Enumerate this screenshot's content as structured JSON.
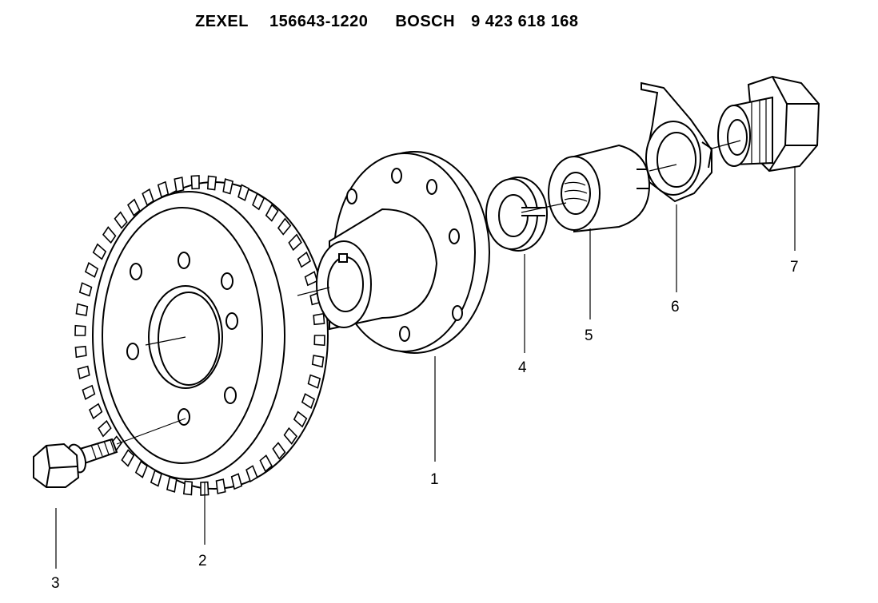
{
  "header": {
    "maker_1": "ZEXEL",
    "part_no_1": "156643-1220",
    "maker_2": "BOSCH",
    "part_no_2": "9 423 618 168"
  },
  "callouts": [
    {
      "id": "1",
      "label": "1"
    },
    {
      "id": "2",
      "label": "2"
    },
    {
      "id": "3",
      "label": "3"
    },
    {
      "id": "4",
      "label": "4"
    },
    {
      "id": "5",
      "label": "5"
    },
    {
      "id": "6",
      "label": "6"
    },
    {
      "id": "7",
      "label": "7"
    }
  ],
  "colors": {
    "line": "#000000",
    "background": "#ffffff"
  }
}
